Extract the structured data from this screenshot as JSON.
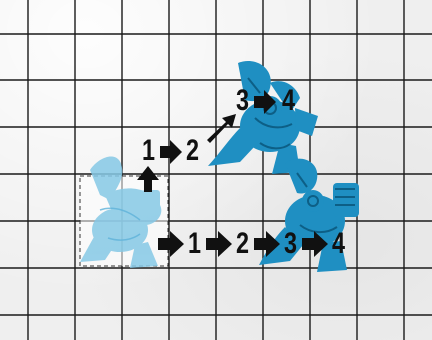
{
  "board": {
    "grid_color": "#1a1a1a",
    "miniature_color": "#1a8fc4",
    "ghost_color": "#7cc6e6",
    "start_square": "dashed-outline"
  },
  "paths": {
    "diagonal": {
      "step_1": "1",
      "step_2": "2",
      "step_3": "3",
      "step_4": "4"
    },
    "straight": {
      "step_1": "1",
      "step_2": "2",
      "step_3": "3",
      "step_4": "4"
    }
  },
  "miniatures": [
    {
      "icon": "flying-model-icon",
      "state": "start-ghost"
    },
    {
      "icon": "flying-model-icon",
      "state": "end-diagonal"
    },
    {
      "icon": "flying-model-icon",
      "state": "end-straight"
    }
  ]
}
